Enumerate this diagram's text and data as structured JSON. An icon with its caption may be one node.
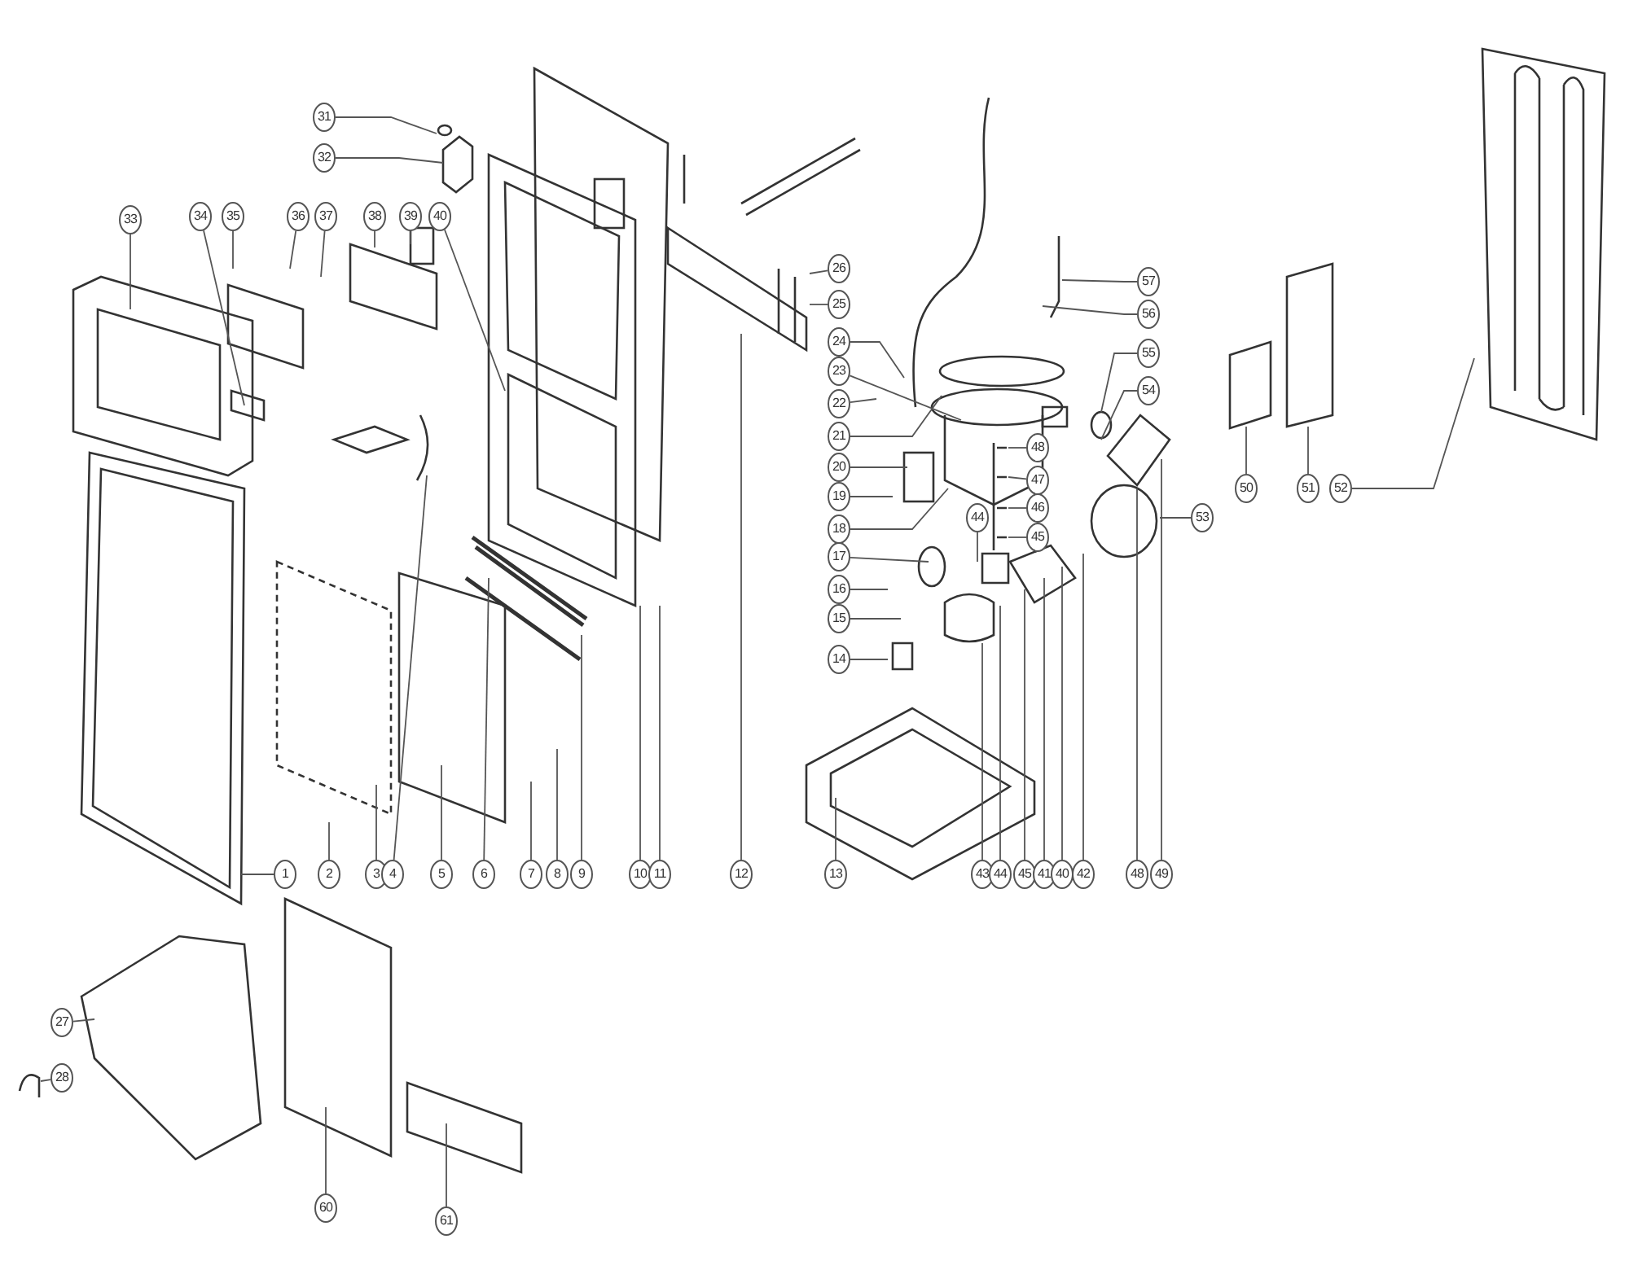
{
  "diagram": {
    "nodes": [
      {
        "text": [
          "31"
        ]
      },
      {
        "text": [
          "32"
        ]
      },
      {
        "text": [
          "33"
        ]
      },
      {
        "text": [
          "34"
        ]
      },
      {
        "text": [
          "35"
        ]
      },
      {
        "text": [
          "36"
        ]
      },
      {
        "text": [
          "37"
        ]
      },
      {
        "text": [
          "38"
        ]
      },
      {
        "text": [
          "39"
        ]
      },
      {
        "text": [
          "40"
        ]
      },
      {
        "text": [
          "57"
        ]
      },
      {
        "text": [
          "26"
        ]
      },
      {
        "text": [
          "56"
        ]
      },
      {
        "text": [
          "25"
        ]
      },
      {
        "text": [
          "24"
        ]
      },
      {
        "text": [
          "55"
        ]
      },
      {
        "text": [
          "23"
        ]
      },
      {
        "text": [
          "54"
        ]
      },
      {
        "text": [
          "22"
        ]
      },
      {
        "text": [
          "21"
        ]
      },
      {
        "text": [
          "48"
        ]
      },
      {
        "text": [
          "20"
        ]
      },
      {
        "text": [
          "47"
        ]
      },
      {
        "text": [
          "50"
        ]
      },
      {
        "text": [
          "51"
        ]
      },
      {
        "text": [
          "52"
        ]
      },
      {
        "text": [
          "19"
        ]
      },
      {
        "text": [
          "46"
        ]
      },
      {
        "text": [
          "44"
        ]
      },
      {
        "text": [
          "53"
        ]
      },
      {
        "text": [
          "18"
        ]
      },
      {
        "text": [
          "45"
        ]
      },
      {
        "text": [
          "17"
        ]
      },
      {
        "text": [
          "16"
        ]
      },
      {
        "text": [
          "15"
        ]
      },
      {
        "text": [
          "14"
        ]
      },
      {
        "text": [
          "1"
        ]
      },
      {
        "text": [
          "2"
        ]
      },
      {
        "text": [
          "3"
        ]
      },
      {
        "text": [
          "4"
        ]
      },
      {
        "text": [
          "5"
        ]
      },
      {
        "text": [
          "6"
        ]
      },
      {
        "text": [
          "7"
        ]
      },
      {
        "text": [
          "8"
        ]
      },
      {
        "text": [
          "9"
        ]
      },
      {
        "text": [
          "10"
        ]
      },
      {
        "text": [
          "11"
        ]
      },
      {
        "text": [
          "12"
        ]
      },
      {
        "text": [
          "13"
        ]
      },
      {
        "text": [
          "43"
        ]
      },
      {
        "text": [
          "44"
        ]
      },
      {
        "text": [
          "45"
        ]
      },
      {
        "text": [
          "41"
        ]
      },
      {
        "text": [
          "40"
        ]
      },
      {
        "text": [
          "42"
        ]
      },
      {
        "text": [
          "48"
        ]
      },
      {
        "text": [
          "49"
        ]
      },
      {
        "text": [
          "27"
        ]
      },
      {
        "text": [
          "28"
        ]
      },
      {
        "text": [
          "60"
        ]
      },
      {
        "text": [
          "61"
        ]
      }
    ],
    "edges": [
      {
        "from": 0,
        "to": null,
        "arrow": "none"
      },
      {
        "from": 1,
        "to": null,
        "arrow": "none"
      },
      {
        "from": 2,
        "to": null,
        "arrow": "none"
      },
      {
        "from": 3,
        "to": null,
        "arrow": "none"
      },
      {
        "from": 4,
        "to": null,
        "arrow": "none"
      },
      {
        "from": 5,
        "to": null,
        "arrow": "none"
      },
      {
        "from": 6,
        "to": null,
        "arrow": "none"
      },
      {
        "from": 7,
        "to": null,
        "arrow": "none"
      },
      {
        "from": 8,
        "to": null,
        "arrow": "none"
      },
      {
        "from": 9,
        "to": null,
        "arrow": "none"
      },
      {
        "from": 10,
        "to": null,
        "arrow": "none"
      },
      {
        "from": 11,
        "to": null,
        "arrow": "none"
      },
      {
        "from": 12,
        "to": null,
        "arrow": "none"
      },
      {
        "from": 13,
        "to": null,
        "arrow": "none"
      },
      {
        "from": 14,
        "to": null,
        "arrow": "none"
      },
      {
        "from": 15,
        "to": null,
        "arrow": "none"
      },
      {
        "from": 16,
        "to": null,
        "arrow": "none"
      },
      {
        "from": 17,
        "to": null,
        "arrow": "none"
      },
      {
        "from": 18,
        "to": null,
        "arrow": "none"
      },
      {
        "from": 19,
        "to": null,
        "arrow": "none"
      },
      {
        "from": 20,
        "to": null,
        "arrow": "none"
      },
      {
        "from": 21,
        "to": null,
        "arrow": "none"
      },
      {
        "from": 22,
        "to": null,
        "arrow": "none"
      },
      {
        "from": 23,
        "to": null,
        "arrow": "none"
      },
      {
        "from": 24,
        "to": null,
        "arrow": "none"
      },
      {
        "from": 25,
        "to": null,
        "arrow": "none"
      },
      {
        "from": 26,
        "to": null,
        "arrow": "none"
      },
      {
        "from": 27,
        "to": null,
        "arrow": "none"
      },
      {
        "from": 28,
        "to": null,
        "arrow": "none"
      },
      {
        "from": 29,
        "to": null,
        "arrow": "none"
      },
      {
        "from": 30,
        "to": null,
        "arrow": "none"
      },
      {
        "from": 31,
        "to": null,
        "arrow": "none"
      },
      {
        "from": 32,
        "to": null,
        "arrow": "none"
      },
      {
        "from": 33,
        "to": null,
        "arrow": "none"
      },
      {
        "from": 34,
        "to": null,
        "arrow": "none"
      },
      {
        "from": 35,
        "to": null,
        "arrow": "none"
      },
      {
        "from": 36,
        "to": null,
        "arrow": "none"
      },
      {
        "from": 37,
        "to": null,
        "arrow": "none"
      },
      {
        "from": 38,
        "to": null,
        "arrow": "none"
      },
      {
        "from": 39,
        "to": null,
        "arrow": "none"
      },
      {
        "from": 40,
        "to": null,
        "arrow": "none"
      },
      {
        "from": 41,
        "to": null,
        "arrow": "none"
      },
      {
        "from": 42,
        "to": null,
        "arrow": "none"
      },
      {
        "from": 43,
        "to": null,
        "arrow": "none"
      },
      {
        "from": 44,
        "to": null,
        "arrow": "none"
      },
      {
        "from": 45,
        "to": null,
        "arrow": "none"
      },
      {
        "from": 46,
        "to": null,
        "arrow": "none"
      },
      {
        "from": 47,
        "to": null,
        "arrow": "none"
      },
      {
        "from": 48,
        "to": null,
        "arrow": "none"
      },
      {
        "from": 49,
        "to": null,
        "arrow": "none"
      },
      {
        "from": 50,
        "to": null,
        "arrow": "none"
      },
      {
        "from": 51,
        "to": null,
        "arrow": "none"
      },
      {
        "from": 52,
        "to": null,
        "arrow": "none"
      },
      {
        "from": 53,
        "to": null,
        "arrow": "none"
      },
      {
        "from": 54,
        "to": null,
        "arrow": "none"
      },
      {
        "from": 55,
        "to": null,
        "arrow": "none"
      },
      {
        "from": 56,
        "to": null,
        "arrow": "none"
      },
      {
        "from": 57,
        "to": null,
        "arrow": "none"
      },
      {
        "from": 58,
        "to": null,
        "arrow": "none"
      },
      {
        "from": 59,
        "to": null,
        "arrow": "none"
      },
      {
        "from": 60,
        "to": null,
        "arrow": "none"
      }
    ]
  }
}
